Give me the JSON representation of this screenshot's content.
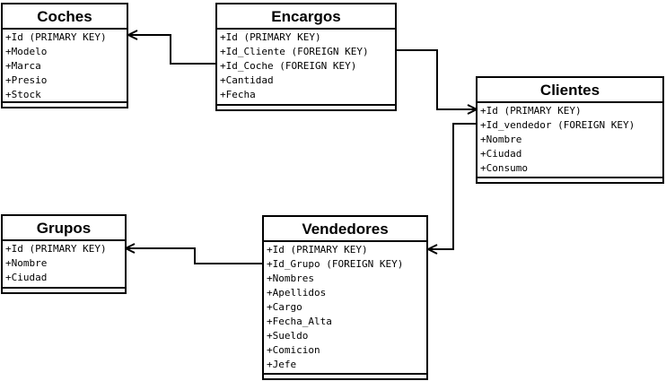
{
  "diagram": {
    "entities": {
      "coches": {
        "name": "Coches",
        "fields": [
          "+Id (PRIMARY KEY)",
          "+Modelo",
          "+Marca",
          "+Presio",
          "+Stock"
        ]
      },
      "encargos": {
        "name": "Encargos",
        "fields": [
          "+Id (PRIMARY KEY)",
          "+Id_Cliente (FOREIGN KEY)",
          "+Id_Coche (FOREIGN KEY)",
          "+Cantidad",
          "+Fecha"
        ]
      },
      "clientes": {
        "name": "Clientes",
        "fields": [
          "+Id (PRIMARY KEY)",
          "+Id_vendedor (FOREIGN KEY)",
          "+Nombre",
          "+Ciudad",
          "+Consumo"
        ]
      },
      "grupos": {
        "name": "Grupos",
        "fields": [
          "+Id (PRIMARY KEY)",
          "+Nombre",
          "+Ciudad"
        ]
      },
      "vendedores": {
        "name": "Vendedores",
        "fields": [
          "+Id (PRIMARY KEY)",
          "+Id_Grupo (FOREIGN KEY)",
          "+Nombres",
          "+Apellidos",
          "+Cargo",
          "+Fecha_Alta",
          "+Sueldo",
          "+Comicion",
          "+Jefe"
        ]
      }
    },
    "relationships": [
      {
        "from": "encargos.Id_Coche",
        "to": "coches.Id"
      },
      {
        "from": "encargos.Id_Cliente",
        "to": "clientes.Id"
      },
      {
        "from": "clientes.Id_vendedor",
        "to": "vendedores.Id"
      },
      {
        "from": "vendedores.Id_Grupo",
        "to": "grupos.Id"
      }
    ]
  }
}
